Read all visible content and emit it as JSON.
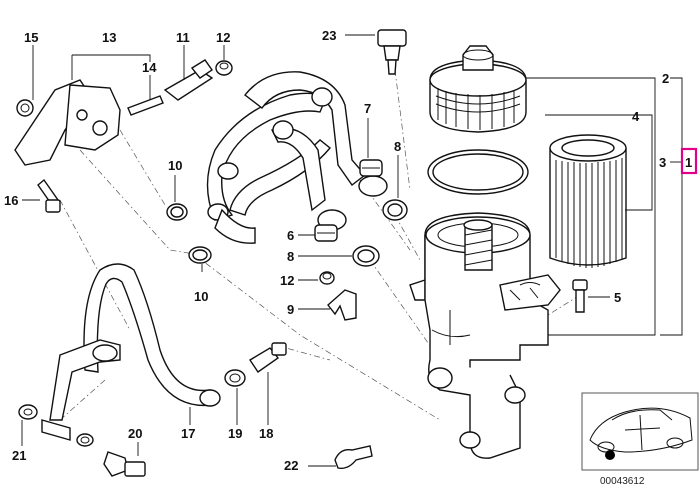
{
  "diagram": {
    "reference_number": "00043612",
    "highlighted_callout": "1",
    "highlight_color": "#e0008a",
    "callouts": {
      "c1": "1",
      "c2": "2",
      "c3": "3",
      "c4": "4",
      "c5": "5",
      "c6": "6",
      "c7": "7",
      "c8a": "8",
      "c8b": "8",
      "c9": "9",
      "c10a": "10",
      "c10b": "10",
      "c11": "11",
      "c12a": "12",
      "c12b": "12",
      "c13": "13",
      "c14": "14",
      "c15": "15",
      "c16": "16",
      "c17": "17",
      "c18": "18",
      "c19": "19",
      "c20": "20",
      "c21": "21",
      "c22": "22",
      "c23": "23"
    }
  }
}
